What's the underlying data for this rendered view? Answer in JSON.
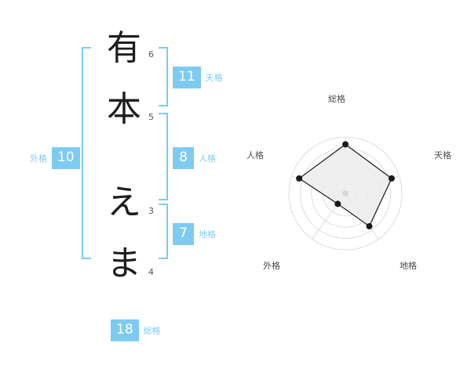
{
  "name": {
    "characters": [
      {
        "char": "有",
        "strokes": "6"
      },
      {
        "char": "本",
        "strokes": "5"
      },
      {
        "char": "え",
        "strokes": "3"
      },
      {
        "char": "ま",
        "strokes": "4"
      }
    ]
  },
  "kaku": {
    "tenkaku": {
      "value": "11",
      "label": "天格"
    },
    "jinkaku": {
      "value": "8",
      "label": "人格"
    },
    "chikaku": {
      "value": "7",
      "label": "地格"
    },
    "gaikaku": {
      "value": "10",
      "label": "外格"
    },
    "soukaku": {
      "value": "18",
      "label": "総格"
    }
  },
  "colors": {
    "accent": "#7ecbf2",
    "kanji": "#1d1d1d",
    "stroke_number": "#555555",
    "radar_grid": "#d4d4d4",
    "radar_fill": "#ececec",
    "radar_line": "#1a1a1a",
    "radar_label": "#4a4a4a"
  },
  "chart_data": {
    "type": "radar",
    "title": "",
    "categories": [
      "総格",
      "天格",
      "地格",
      "外格",
      "人格"
    ],
    "values": [
      18,
      11,
      7,
      10,
      8
    ],
    "normalized": [
      0.87,
      0.86,
      0.72,
      0.23,
      0.86
    ],
    "rings": 5,
    "rlim": [
      0,
      1
    ],
    "grid": true,
    "legend": "none",
    "start_angle_deg": 90,
    "direction": "clockwise",
    "xlabel": "",
    "ylabel": ""
  }
}
